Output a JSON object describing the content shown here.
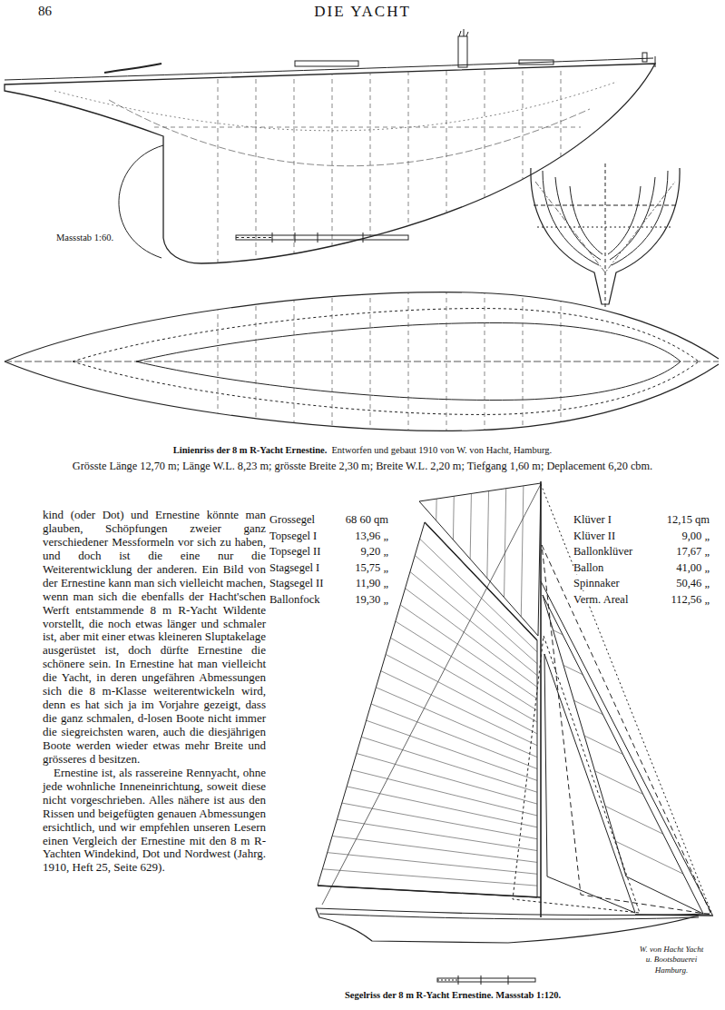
{
  "diagram": {
    "title": "DIE YACHT",
    "caption": "Segelriss der 8 m R-Yacht Ernestine. Massstab 1:120.",
    "labels": [
      "86",
      "Massstab 1:60.",
      "Linienriss der 8 m R-Yacht Ernestine.",
      "Entworfen und gebaut 1910 von W. von Hacht, Hamburg.",
      "Grösste Länge 12,70 m; Länge W.L. 8,23 m; grösste Breite 2,30 m; Breite W.L. 2,20 m; Tiefgang 1,60 m; Deplacement 6,20 cbm.",
      "kind (oder Dot) und Ernestine könnte man glauben, Schöpfungen zweier ganz verschiedener Messformeln vor sich zu haben, und doch ist die eine nur die Weiterentwicklung der anderen. Ein Bild von der Ernestine kann man sich vielleicht machen, wenn man sich die ebenfalls der Hacht'schen Werft entstammende 8 m R-Yacht Wildente vorstellt, die noch etwas länger und schmaler ist, aber mit einer etwas kleineren Sluptakelage ausgerüstet ist, doch dürfte Ernestine die schönere sein. In Ernestine hat man vielleicht die Yacht, in deren ungefähren Abmessungen sich die 8 m-Klasse weiterentwickeln wird, denn es hat sich ja im Vorjahre gezeigt, dass die ganz schmalen, d-losen Boote nicht immer die siegreichsten waren, auch die diesjährigen Boote werden wieder etwas mehr Breite und grösseres d besitzen.",
      "Ernestine ist, als rassereine Rennyacht, ohne jede wohnliche Inneneinrichtung, soweit diese nicht vorgeschrieben. Alles nähere ist aus den Rissen und beigefügten genauen Abmessungen ersichtlich, und wir empfehlen unseren Lesern einen Vergleich der Ernestine mit den 8 m R-Yachten Windekind, Dot und Nordwest (Jahrg. 1910, Heft 25, Seite 629).",
      "Grossegel",
      "68 60 qm",
      "Topsegel I",
      "13,96 „",
      "Topsegel II",
      "9,20 „",
      "Stagsegel I",
      "15,75 „",
      "Stagsegel II",
      "11,90 „",
      "Ballonfock",
      "19,30 „",
      "Klüver I",
      "12,15 qm",
      "Klüver II",
      "9,00 „",
      "Ballonklüver",
      "17,67 „",
      "Ballon",
      "41,00 „",
      "Spinnaker",
      "50,46 „",
      "Verm. Areal",
      "112,56 „",
      "W. von Hacht Yacht u. Bootsbauerei Hamburg."
    ]
  }
}
